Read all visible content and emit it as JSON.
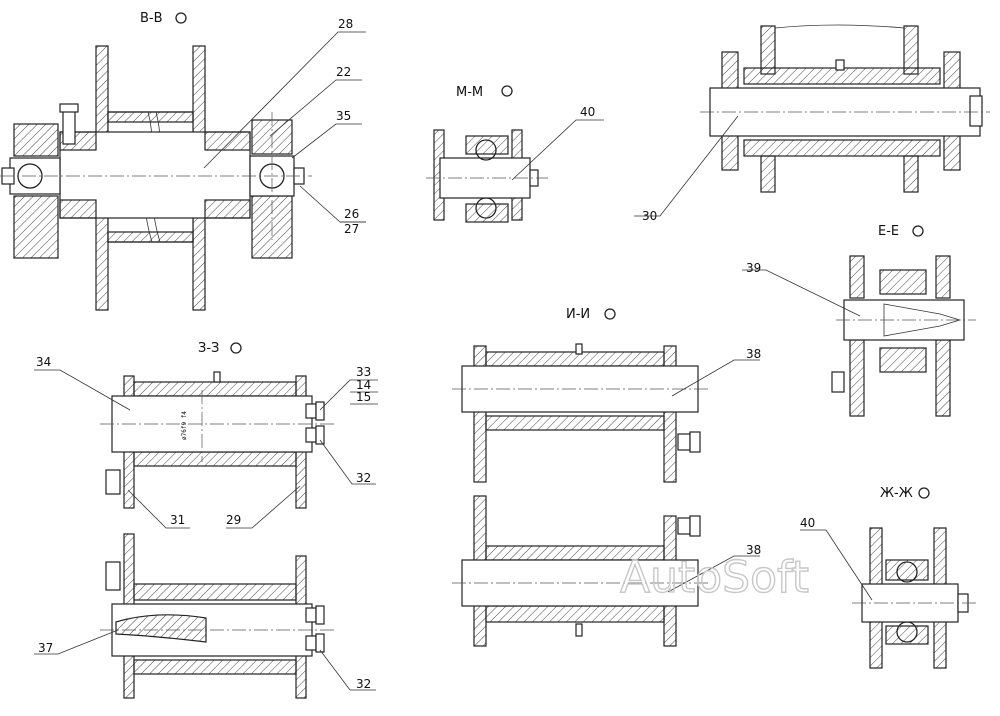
{
  "sections": {
    "bb": "В-В",
    "mm": "М-М",
    "zz": "З-З",
    "ii": "И-И",
    "ee": "Е-Е",
    "zhzh": "Ж-Ж"
  },
  "callouts": {
    "c28": "28",
    "c22": "22",
    "c35": "35",
    "c26": "26",
    "c27": "27",
    "c40a": "40",
    "c30": "30",
    "c39": "39",
    "c34": "34",
    "c33": "33",
    "c14": "14",
    "c15": "15",
    "c32a": "32",
    "c31": "31",
    "c29": "29",
    "c38a": "38",
    "c38b": "38",
    "c37": "37",
    "c32b": "32",
    "c40b": "40"
  },
  "dimension_text": "ø76f9 f4",
  "watermark": "AutoSoft"
}
